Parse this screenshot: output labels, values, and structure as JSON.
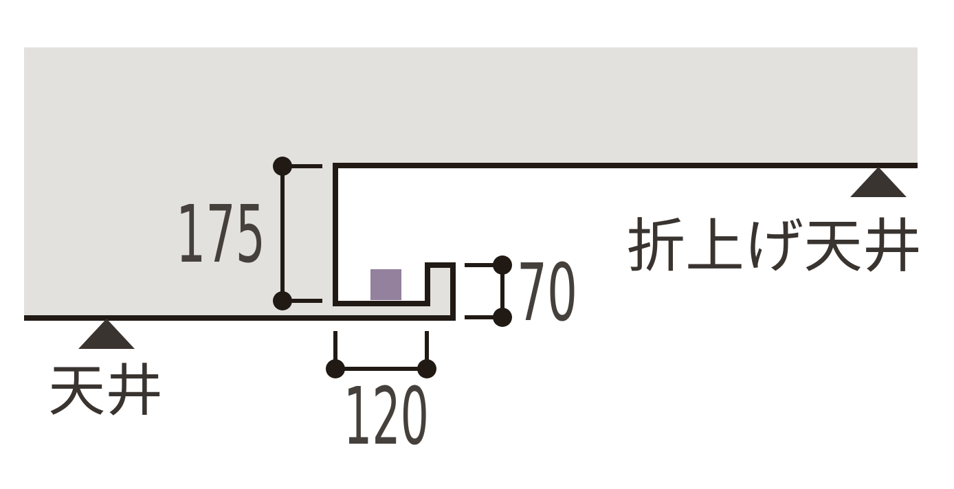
{
  "colors": {
    "page_background": "#ffffff",
    "structure_fill": "#e3e1de",
    "outline": "#211a14",
    "dimension_line": "#211a14",
    "text": "#45403b",
    "marker": "#3a3430",
    "light_strip": "#93819e"
  },
  "diagram": {
    "dimensions": {
      "cove_depth": "175",
      "step_height": "70",
      "cove_width": "120"
    },
    "labels": {
      "ceiling": "天井",
      "raised_ceiling": "折上げ天井"
    },
    "icons": {
      "ceiling_marker": "triangle-up",
      "raised_ceiling_marker": "triangle-up",
      "dimension_endpoint": "dot"
    }
  }
}
